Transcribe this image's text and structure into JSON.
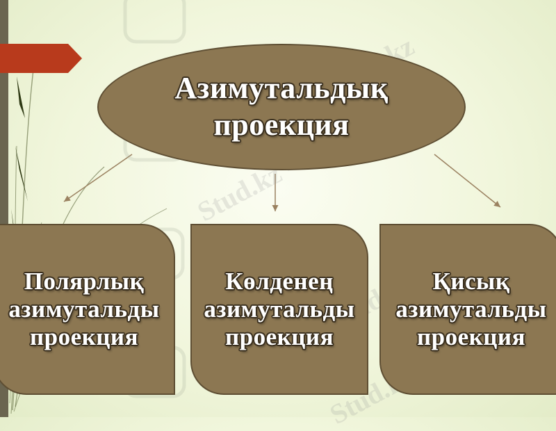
{
  "diagram": {
    "root": {
      "lines": [
        "Азимутальдық",
        "проекция"
      ]
    },
    "children": [
      {
        "lines": [
          "Полярлық",
          "азимутальды",
          "проекция"
        ]
      },
      {
        "lines": [
          "Көлденең",
          "азимутальды",
          "проекция"
        ]
      },
      {
        "lines": [
          "Қисық",
          "азимутальды",
          "проекция"
        ]
      }
    ]
  },
  "watermark": {
    "text": "Stud.kz",
    "text_dash": "Stud.kz - Stud.kz"
  },
  "colors": {
    "node_fill": "#8c7752",
    "node_border": "#5e4e33",
    "arrow": "#9a8160",
    "accent_tab": "#b83a1c",
    "left_bar": "#6b6550"
  }
}
